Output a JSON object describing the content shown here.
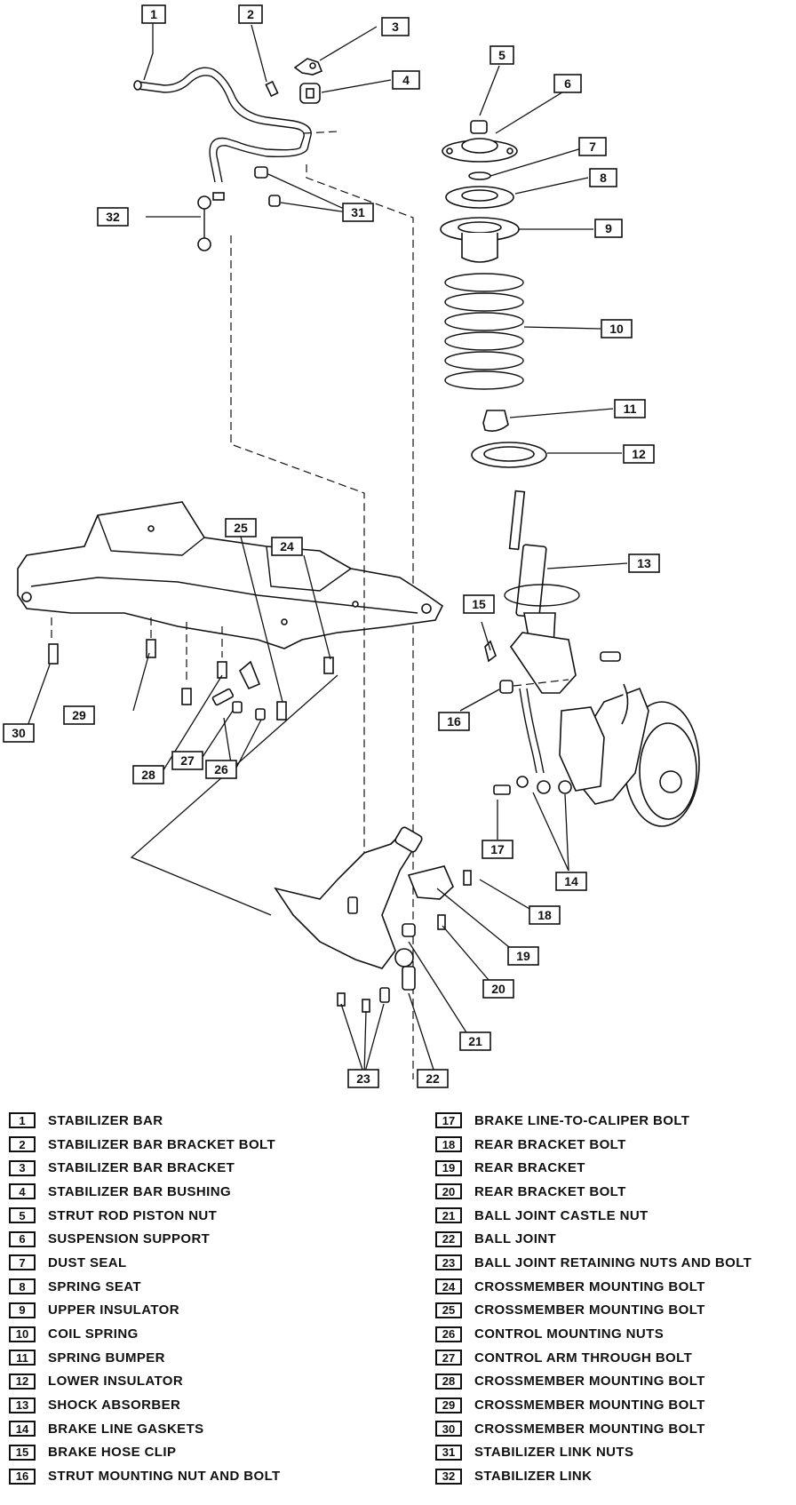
{
  "diagram": {
    "callouts": [
      "1",
      "2",
      "3",
      "4",
      "5",
      "6",
      "7",
      "8",
      "9",
      "10",
      "11",
      "12",
      "13",
      "14",
      "15",
      "16",
      "17",
      "18",
      "19",
      "20",
      "21",
      "22",
      "23",
      "24",
      "25",
      "26",
      "27",
      "28",
      "29",
      "30",
      "31",
      "32"
    ]
  },
  "legend": {
    "left": [
      {
        "num": "1",
        "label": "STABILIZER BAR"
      },
      {
        "num": "2",
        "label": "STABILIZER BAR BRACKET BOLT"
      },
      {
        "num": "3",
        "label": "STABILIZER BAR BRACKET"
      },
      {
        "num": "4",
        "label": "STABILIZER BAR BUSHING"
      },
      {
        "num": "5",
        "label": "STRUT ROD PISTON NUT"
      },
      {
        "num": "6",
        "label": "SUSPENSION SUPPORT"
      },
      {
        "num": "7",
        "label": "DUST SEAL"
      },
      {
        "num": "8",
        "label": "SPRING SEAT"
      },
      {
        "num": "9",
        "label": "UPPER INSULATOR"
      },
      {
        "num": "10",
        "label": "COIL SPRING"
      },
      {
        "num": "11",
        "label": "SPRING BUMPER"
      },
      {
        "num": "12",
        "label": "LOWER INSULATOR"
      },
      {
        "num": "13",
        "label": "SHOCK ABSORBER"
      },
      {
        "num": "14",
        "label": "BRAKE LINE GASKETS"
      },
      {
        "num": "15",
        "label": "BRAKE HOSE CLIP"
      },
      {
        "num": "16",
        "label": "STRUT MOUNTING NUT AND BOLT"
      }
    ],
    "right": [
      {
        "num": "17",
        "label": "BRAKE LINE-TO-CALIPER BOLT"
      },
      {
        "num": "18",
        "label": "REAR BRACKET BOLT"
      },
      {
        "num": "19",
        "label": "REAR BRACKET"
      },
      {
        "num": "20",
        "label": "REAR BRACKET BOLT"
      },
      {
        "num": "21",
        "label": "BALL JOINT CASTLE NUT"
      },
      {
        "num": "22",
        "label": "BALL JOINT"
      },
      {
        "num": "23",
        "label": "BALL JOINT RETAINING NUTS AND BOLT"
      },
      {
        "num": "24",
        "label": "CROSSMEMBER MOUNTING BOLT"
      },
      {
        "num": "25",
        "label": "CROSSMEMBER MOUNTING BOLT"
      },
      {
        "num": "26",
        "label": "CONTROL MOUNTING NUTS"
      },
      {
        "num": "27",
        "label": "CONTROL ARM THROUGH BOLT"
      },
      {
        "num": "28",
        "label": "CROSSMEMBER MOUNTING BOLT"
      },
      {
        "num": "29",
        "label": "CROSSMEMBER MOUNTING BOLT"
      },
      {
        "num": "30",
        "label": "CROSSMEMBER MOUNTING BOLT"
      },
      {
        "num": "31",
        "label": "STABILIZER LINK NUTS"
      },
      {
        "num": "32",
        "label": "STABILIZER LINK"
      }
    ]
  }
}
